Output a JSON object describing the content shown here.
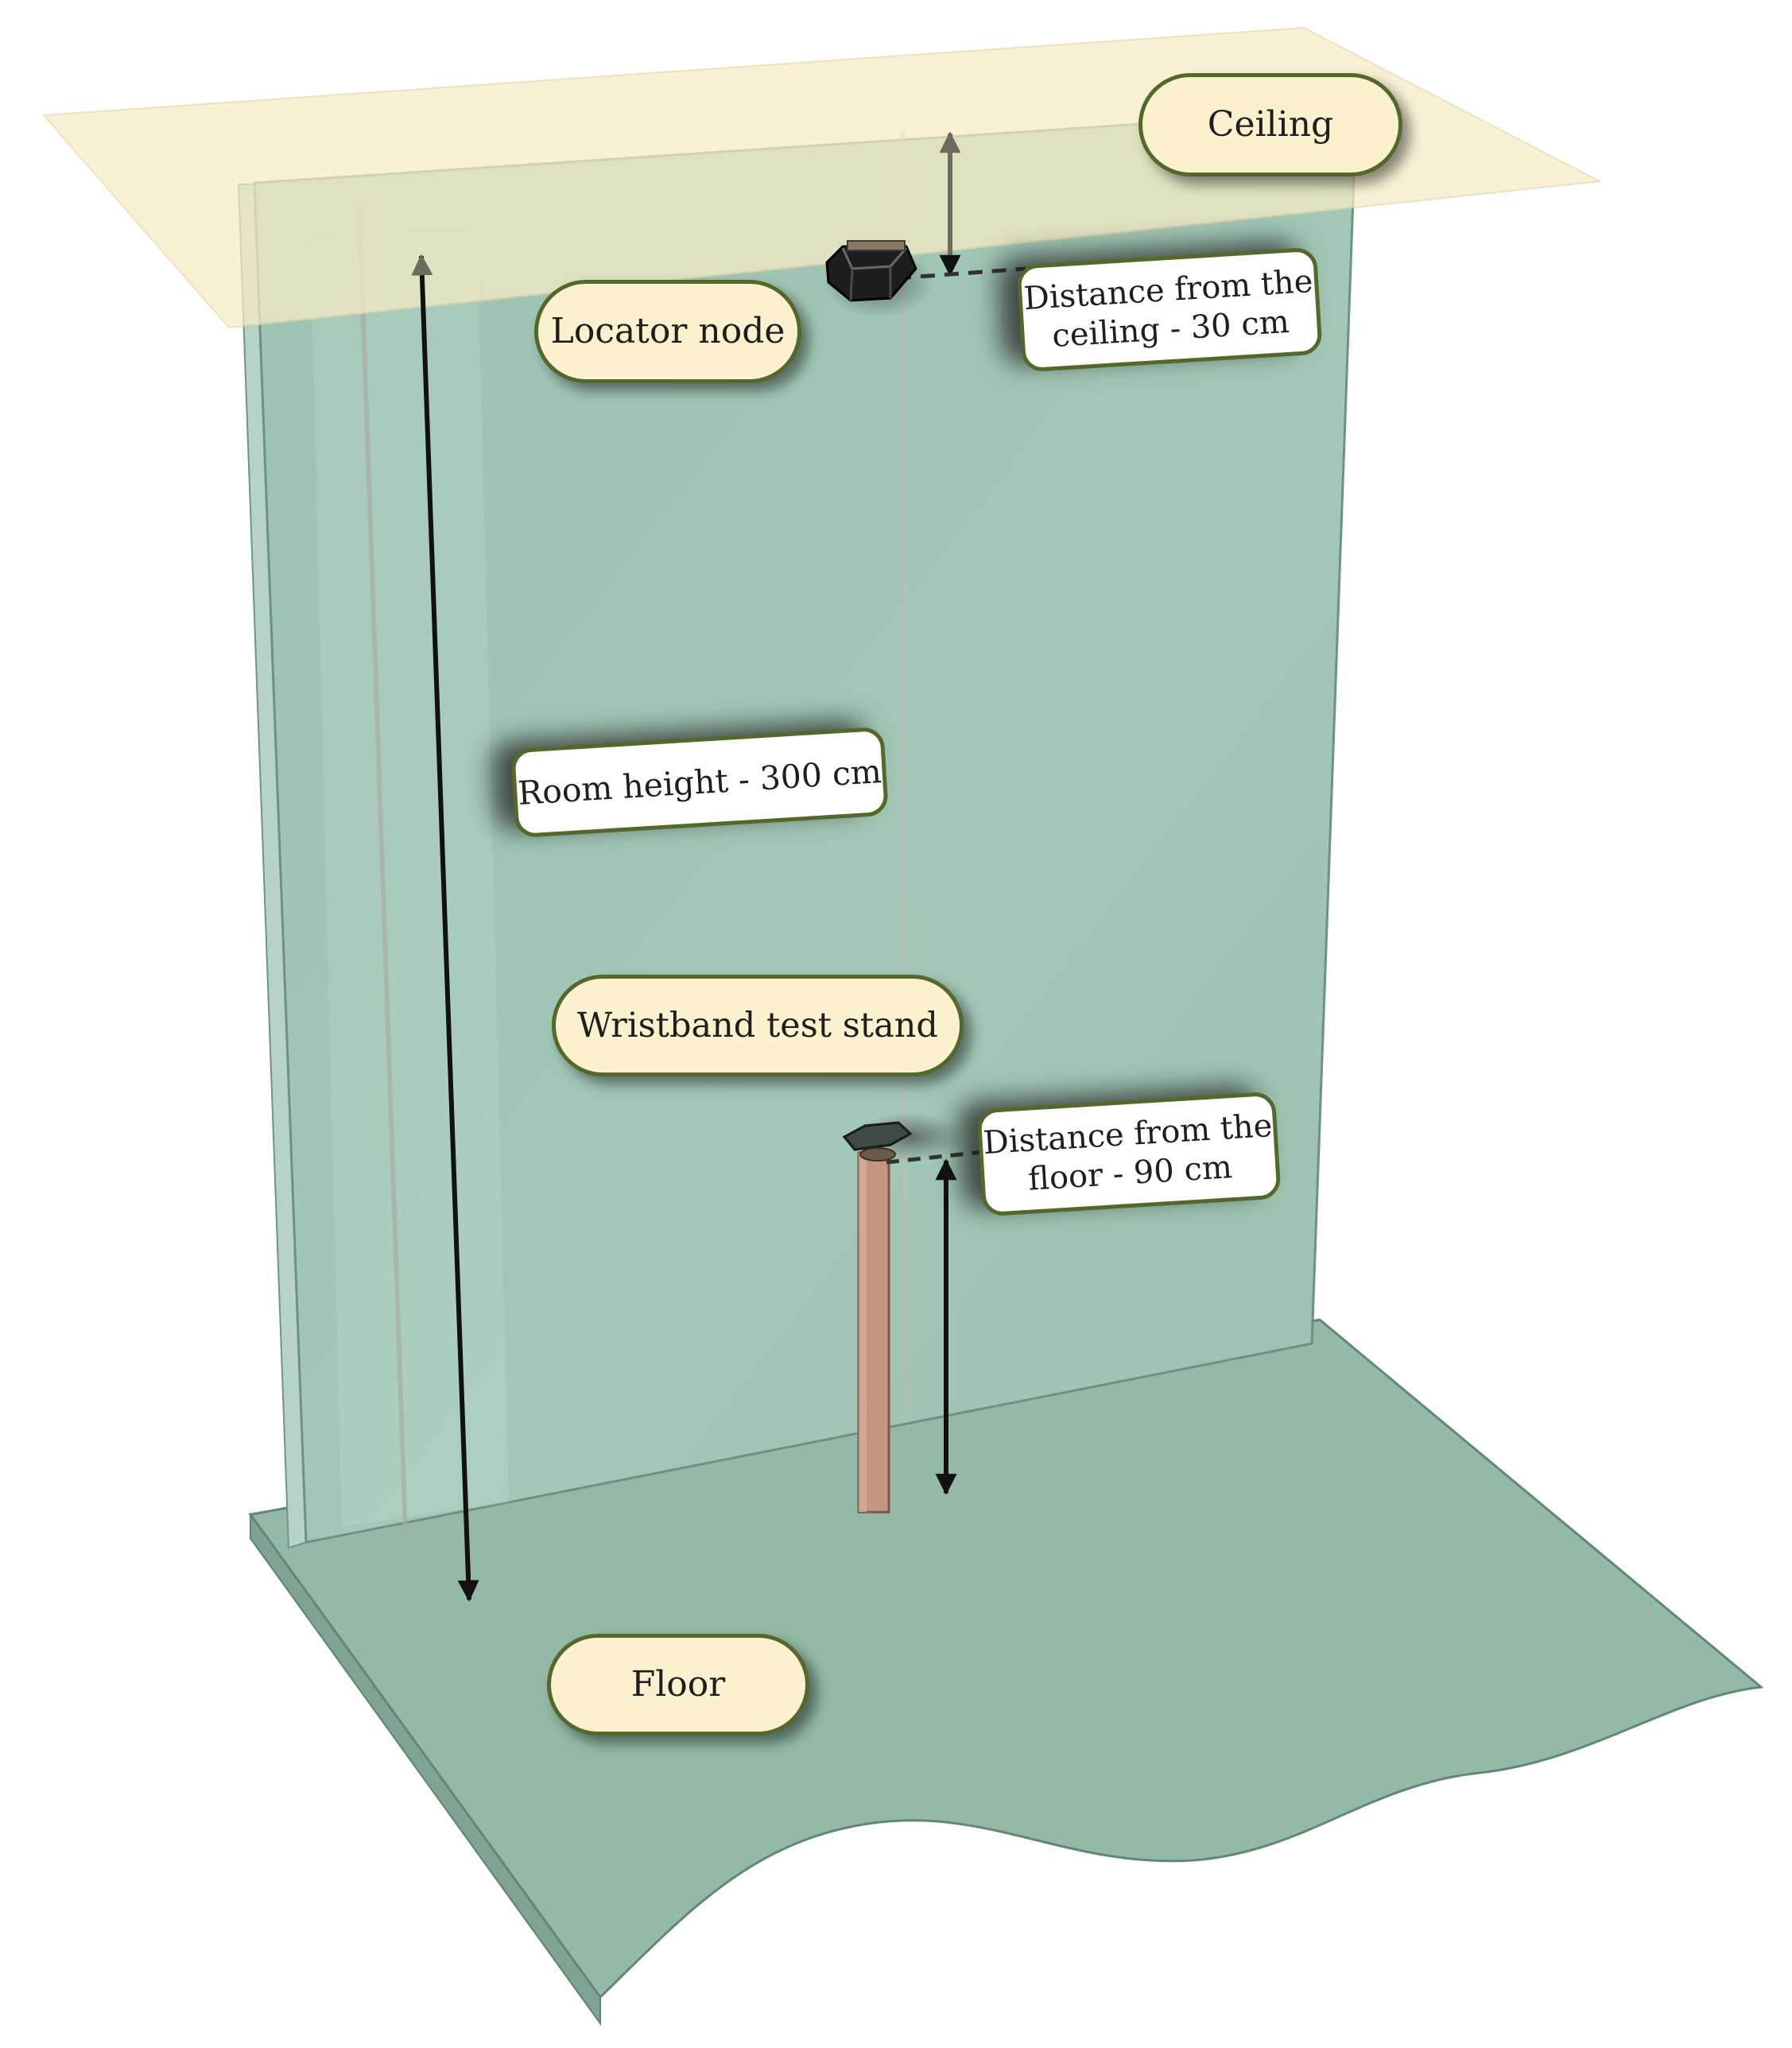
{
  "labels": {
    "ceiling": "Ceiling",
    "locator_node": "Locator node",
    "distance_ceiling_line1": "Distance from the",
    "distance_ceiling_line2": "ceiling - 30 cm",
    "room_height": "Room height - 300 cm",
    "wristband_stand": "Wristband test stand",
    "distance_floor_line1": "Distance from the",
    "distance_floor_line2": "floor - 90 cm",
    "floor": "Floor"
  },
  "colors": {
    "wall": "#9fc4b4",
    "floor": "#93baa6",
    "ceiling": "#f8ecc6",
    "pill_fill": "#fbf1cf",
    "label_border": "#55682b",
    "stand": "#c49680",
    "arrow": "#111111"
  }
}
